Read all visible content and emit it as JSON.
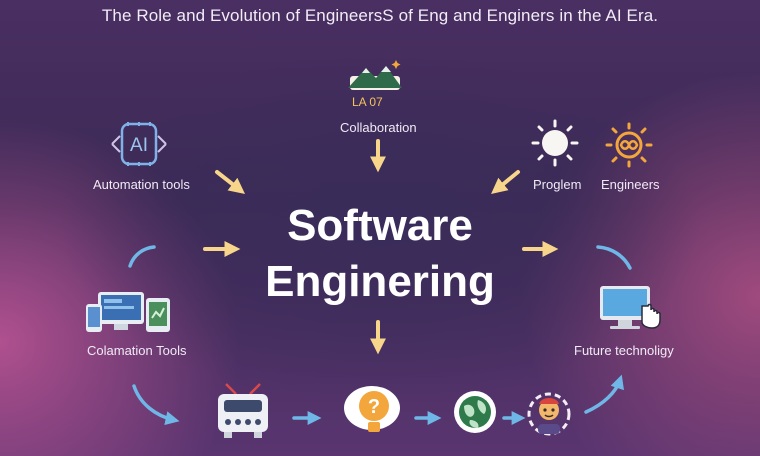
{
  "title": "The Role and Evolution of EngineersS of Eng and Enginers in the AI Era.",
  "center": {
    "line1": "Software",
    "line2": "Enginering"
  },
  "nodes": {
    "collaboration": {
      "badge": "LA   07",
      "label": "Collaboration"
    },
    "automation_tools": {
      "icon_text": "AI",
      "label": "Automation tools"
    },
    "proglem": {
      "label": "Proglem"
    },
    "engineers": {
      "label": "Engineers"
    },
    "colamation_tools": {
      "label": "Colamation Tools"
    },
    "future_technology": {
      "label": "Future technoligy"
    }
  },
  "icons": [
    "mountain-icon",
    "ai-chip-icon",
    "sun-icon",
    "infinity-sun-icon",
    "devices-icon",
    "monitor-cursor-icon",
    "robot-device-icon",
    "lightbulb-question-icon",
    "globe-pin-icon",
    "gear-person-icon"
  ],
  "colors": {
    "arrow": "#f7d58a",
    "cycle_arrow": "#6fb7e6",
    "accent_orange": "#f2a63b",
    "ai_icon": "#7fb2e8"
  }
}
